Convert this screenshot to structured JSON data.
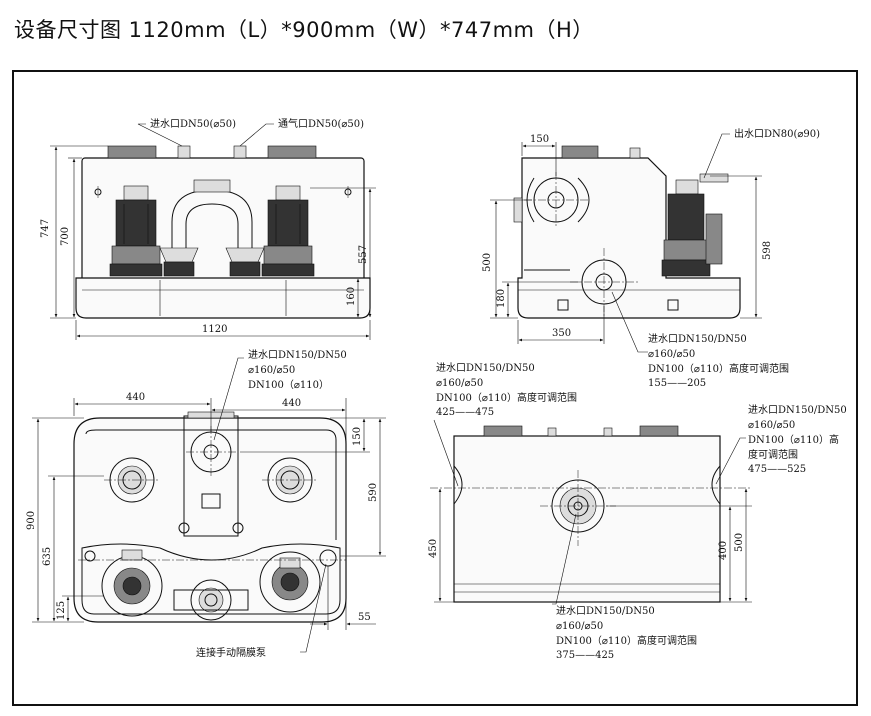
{
  "title": "设备尺寸图  1120mm（L）*900mm（W）*747mm（H）",
  "front_view": {
    "inlet_label": "进水口DN50(⌀50)",
    "vent_label": "通气口DN50(⌀50)",
    "dim_total_height": "747",
    "dim_body_height": "700",
    "dim_557": "557",
    "dim_160": "160",
    "dim_width": "1120"
  },
  "side_view": {
    "outlet_label": "出水口DN80(⌀90)",
    "dim_150": "150",
    "dim_500": "500",
    "dim_180": "180",
    "dim_598": "598",
    "dim_350": "350",
    "inlet_lines": [
      "进水口DN150/DN50",
      "⌀160/⌀50",
      "DN100（⌀110）高度可调范围",
      "155——205"
    ]
  },
  "top_view": {
    "inlet_lines": [
      "进水口DN150/DN50",
      "⌀160/⌀50",
      "DN100（⌀110）"
    ],
    "dim_440_left": "440",
    "dim_440_right": "440",
    "dim_150": "150",
    "dim_590": "590",
    "dim_900": "900",
    "dim_635": "635",
    "dim_125": "125",
    "dim_55": "55",
    "pump_label": "连接手动隔膜泵"
  },
  "rear_view": {
    "left_inlet_lines": [
      "进水口DN150/DN50",
      "⌀160/⌀50",
      "DN100（⌀110）高度可调范围",
      "425——475"
    ],
    "right_inlet_lines": [
      "进水口DN150/DN50",
      "⌀160/⌀50",
      "DN100（⌀110）高",
      "度可调范围",
      "475——525"
    ],
    "bottom_inlet_lines": [
      "进水口DN150/DN50",
      "⌀160/⌀50",
      "DN100（⌀110）高度可调范围",
      "375——425"
    ],
    "dim_450": "450",
    "dim_400": "400",
    "dim_500": "500"
  }
}
